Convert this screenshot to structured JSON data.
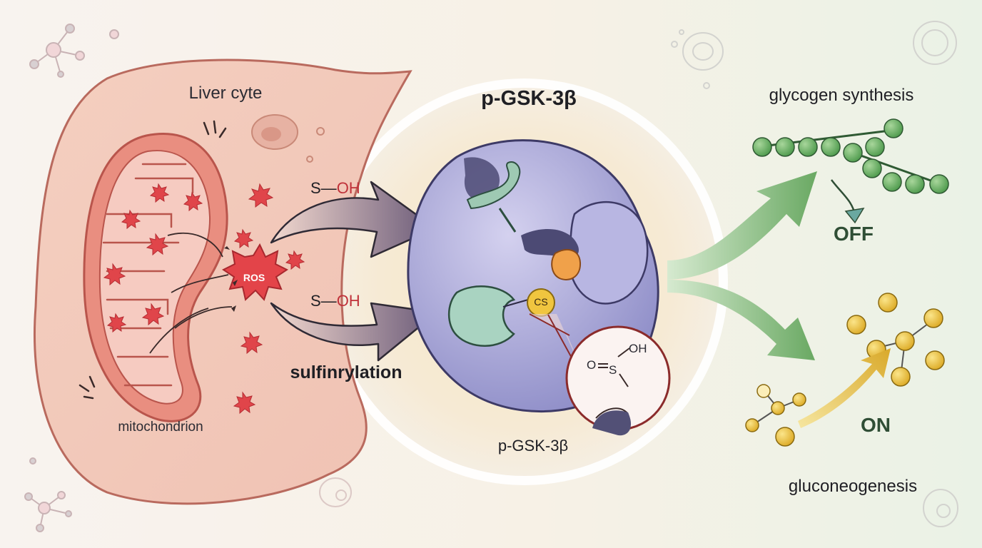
{
  "cell": {
    "label": "Liver cyte",
    "organelle": "mitochondrion",
    "species": "ROS"
  },
  "modification": {
    "group_top": "S—OH",
    "group_bottom": "S—OH",
    "process": "sulfinrylation"
  },
  "protein": {
    "name_top": "p-GSK-3β",
    "name_bottom": "p-GSK-3β",
    "residue": "CS"
  },
  "inset": {
    "group_o": "O",
    "group_s": "S",
    "group_oh": "OH"
  },
  "outcomes": {
    "top": {
      "label": "glycogen synthesis",
      "state": "OFF"
    },
    "bottom": {
      "label": "gluconeogenesis",
      "state": "ON"
    }
  },
  "colors": {
    "cell_fill": "#f2c6b6",
    "cell_stroke": "#b96a5e",
    "mito_fill": "#e98e80",
    "ros": "#e0454a",
    "arrow": "#6e5a75",
    "protein": "#a9a8d8",
    "green": "#7bbd72",
    "gold": "#efc23a",
    "dark_green": "#2f4e35"
  }
}
